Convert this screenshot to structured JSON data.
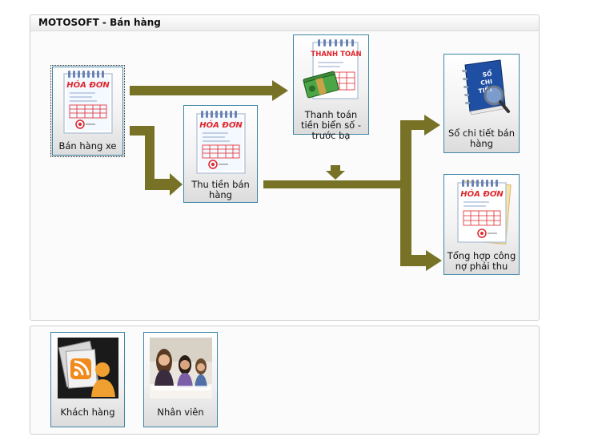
{
  "panel_title": "MOTOSOFT - Bán hàng",
  "tiles": {
    "ban_hang_xe": {
      "label": "Bán hàng xe",
      "icon_text": "HÓA ĐƠN"
    },
    "thu_tien_ban_hang": {
      "label": "Thu tiền bán hàng",
      "icon_text": "HÓA ĐƠN"
    },
    "thanh_toan": {
      "label": "Thanh toán tiền biển số - trước bạ",
      "icon_text": "THANH TOÁN"
    },
    "so_chi_tiet": {
      "label": "Sổ chi tiết bán hàng",
      "icon_text_1": "SỔ",
      "icon_text_2": "CHI",
      "icon_text_3": "TIẾT"
    },
    "tong_hop_cong_no": {
      "label": "Tổng hợp công nợ phải thu",
      "icon_text": "HÓA ĐƠN"
    },
    "khach_hang": {
      "label": "Khách hàng"
    },
    "nhan_vien": {
      "label": "Nhân viên"
    }
  },
  "colors": {
    "arrow": "#777226",
    "tile_border": "#3f86a8",
    "invoice_red": "#e0262b"
  }
}
